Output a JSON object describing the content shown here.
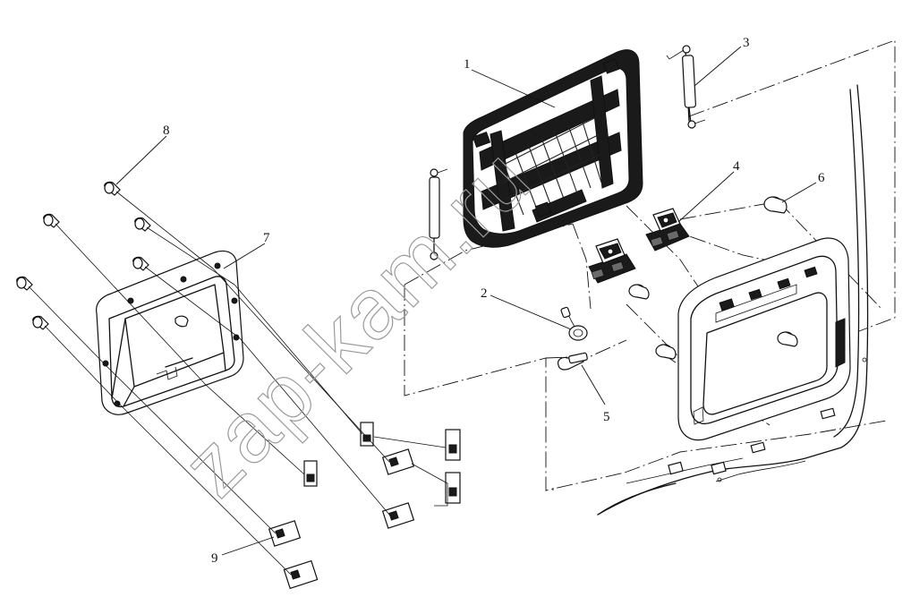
{
  "callouts": [
    {
      "id": "1",
      "label": "1"
    },
    {
      "id": "2",
      "label": "2"
    },
    {
      "id": "3",
      "label": "3"
    },
    {
      "id": "4",
      "label": "4"
    },
    {
      "id": "5",
      "label": "5"
    },
    {
      "id": "6",
      "label": "6"
    },
    {
      "id": "7",
      "label": "7"
    },
    {
      "id": "8",
      "label": "8"
    },
    {
      "id": "9",
      "label": "9"
    }
  ],
  "watermark": "zap-kam.ru"
}
